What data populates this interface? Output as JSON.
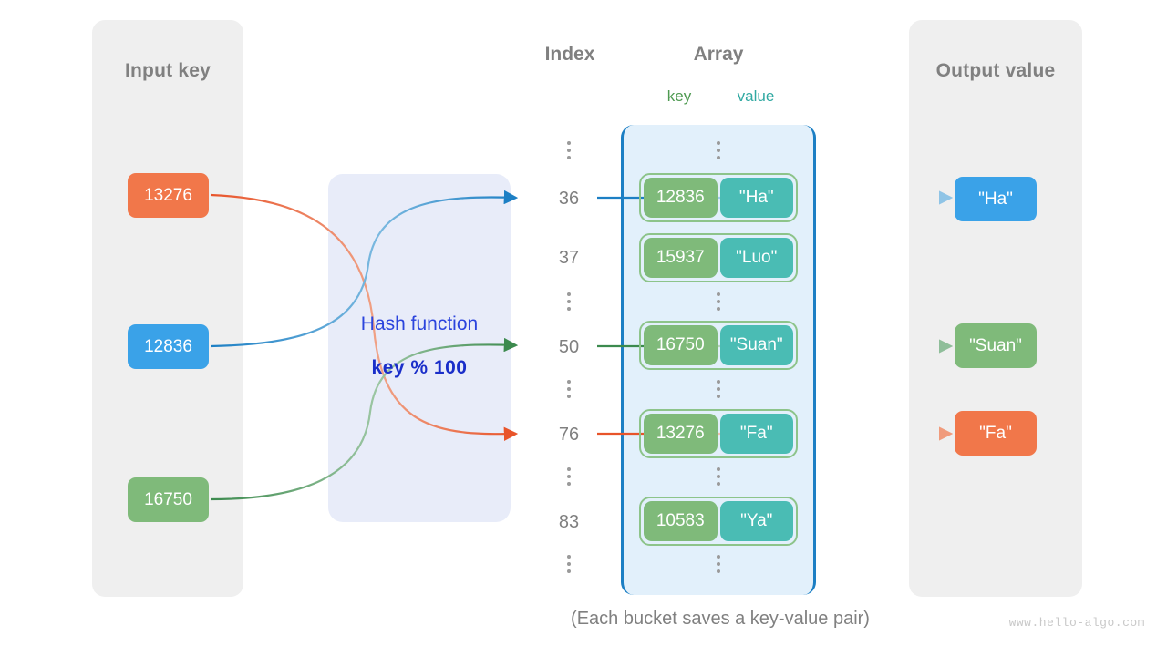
{
  "panels": {
    "input": {
      "title": "Input key"
    },
    "output": {
      "title": "Output value"
    }
  },
  "headers": {
    "index": "Index",
    "array": "Array",
    "key": "key",
    "value": "value"
  },
  "hash": {
    "label": "Hash function",
    "formula": "key % 100"
  },
  "input_keys": [
    {
      "text": "13276",
      "color": "#f1774a"
    },
    {
      "text": "12836",
      "color": "#3aa2e8"
    },
    {
      "text": "16750",
      "color": "#7fba7a"
    }
  ],
  "output_values": [
    {
      "text": "\"Ha\"",
      "color": "#3aa2e8"
    },
    {
      "text": "\"Suan\"",
      "color": "#7fba7a"
    },
    {
      "text": "\"Fa\"",
      "color": "#f1774a"
    }
  ],
  "indices": [
    "36",
    "37",
    "50",
    "76",
    "83"
  ],
  "buckets": [
    {
      "key": "12836",
      "value": "\"Ha\"",
      "index": "36"
    },
    {
      "key": "15937",
      "value": "\"Luo\"",
      "index": "37"
    },
    {
      "key": "16750",
      "value": "\"Suan\"",
      "index": "50"
    },
    {
      "key": "13276",
      "value": "\"Fa\"",
      "index": "76"
    },
    {
      "key": "10583",
      "value": "\"Ya\"",
      "index": "83"
    }
  ],
  "mappings": [
    {
      "key": "13276",
      "index": "76",
      "value": "\"Fa\"",
      "color": "#e8542a"
    },
    {
      "key": "12836",
      "index": "36",
      "value": "\"Ha\"",
      "color": "#1c7fc4"
    },
    {
      "key": "16750",
      "index": "50",
      "value": "\"Suan\"",
      "color": "#3c8a4e"
    }
  ],
  "footer": {
    "caption": "(Each bucket saves a key-value pair)",
    "watermark": "www.hello-algo.com"
  },
  "colors": {
    "panel_bg": "#efefef",
    "hash_bg": "#e8ecf9",
    "array_bg": "#e2f0fb",
    "array_border": "#1c7fc4",
    "bucket_key": "#7fba7a",
    "bucket_value": "#4abcb4",
    "text_gray": "#808080"
  }
}
